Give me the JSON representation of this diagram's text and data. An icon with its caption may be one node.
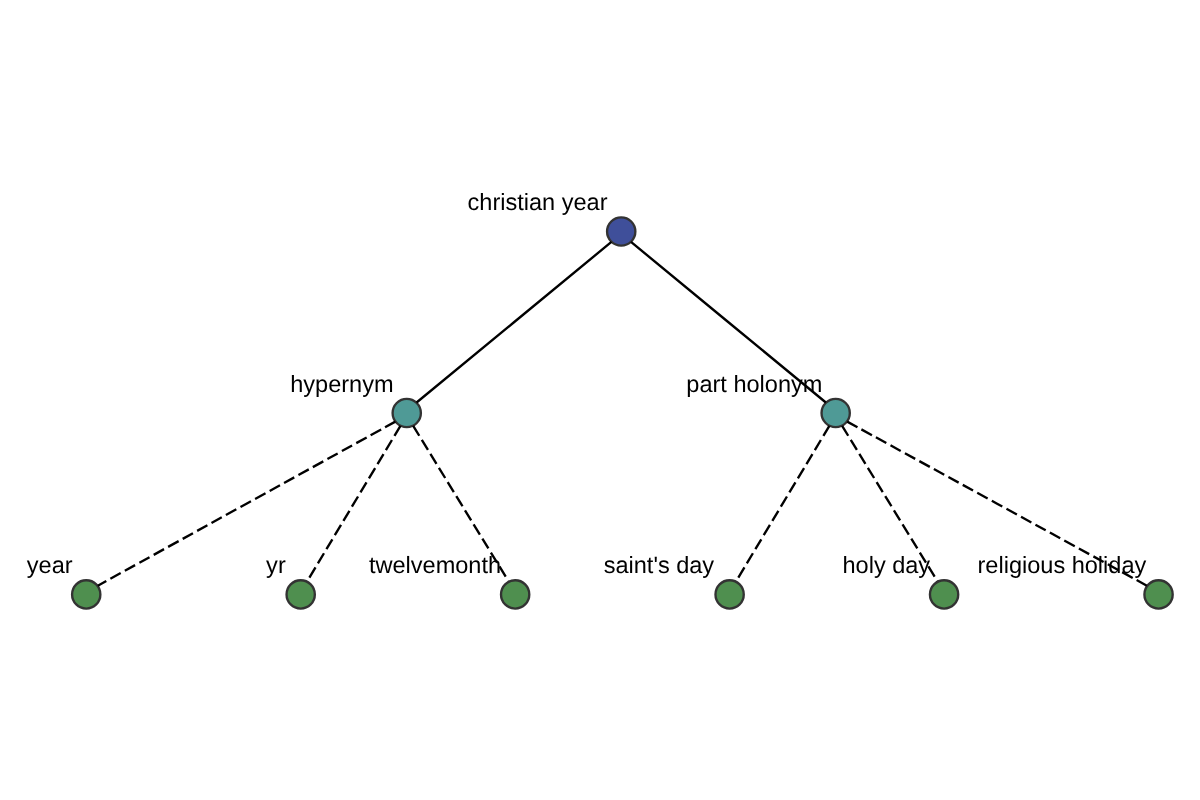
{
  "diagram": {
    "nodes": [
      {
        "text": [
          "christian year"
        ]
      },
      {
        "text": [
          "hypernym"
        ]
      },
      {
        "text": [
          "part holonym"
        ]
      },
      {
        "text": [
          "year"
        ]
      },
      {
        "text": [
          "yr"
        ]
      },
      {
        "text": [
          "twelvemonth"
        ]
      },
      {
        "text": [
          "saint's day"
        ]
      },
      {
        "text": [
          "holy day"
        ]
      },
      {
        "text": [
          "religious holiday"
        ]
      }
    ],
    "edges": [
      {
        "from": 0,
        "to": 1,
        "arrow": "none"
      },
      {
        "from": 0,
        "to": 2,
        "arrow": "none"
      },
      {
        "from": 1,
        "to": 3,
        "arrow": "none",
        "style": "dashed"
      },
      {
        "from": 1,
        "to": 4,
        "arrow": "none",
        "style": "dashed"
      },
      {
        "from": 1,
        "to": 5,
        "arrow": "none",
        "style": "dashed"
      },
      {
        "from": 2,
        "to": 6,
        "arrow": "none",
        "style": "dashed"
      },
      {
        "from": 2,
        "to": 7,
        "arrow": "none",
        "style": "dashed"
      },
      {
        "from": 2,
        "to": 8,
        "arrow": "none",
        "style": "dashed"
      }
    ]
  }
}
